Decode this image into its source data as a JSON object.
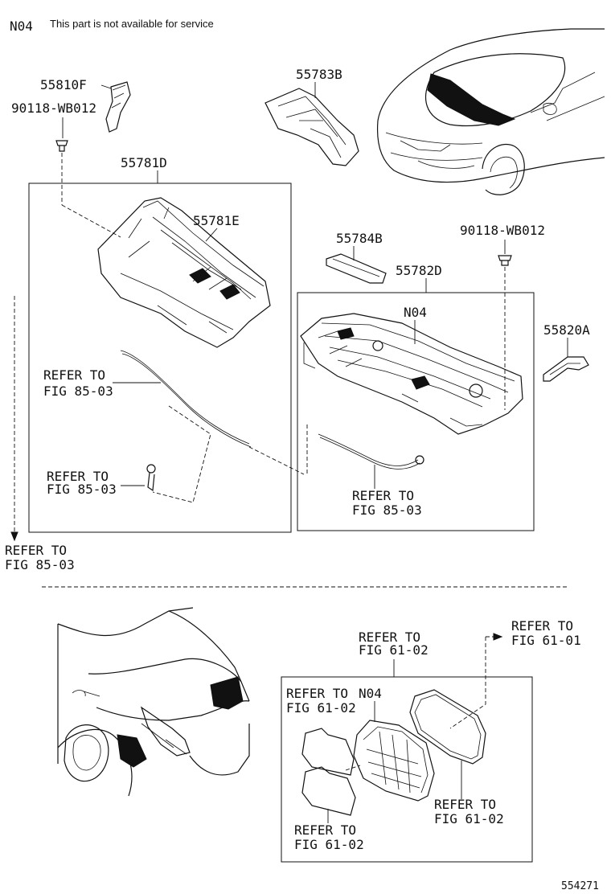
{
  "header": {
    "code": "N04",
    "note": "This part is not available for service"
  },
  "callouts": {
    "p55810F": "55810F",
    "p90118_left": "90118-WB012",
    "p55783B": "55783B",
    "p55781D": "55781D",
    "p55781E": "55781E",
    "p55784B": "55784B",
    "p90118_right": "90118-WB012",
    "p55782D": "55782D",
    "n04_top": "N04",
    "p55820A": "55820A",
    "n04_bottom": "N04"
  },
  "refs": {
    "refer_line1": "REFER TO",
    "fig_85_03": "FIG 85-03",
    "fig_61_02": "FIG 61-02",
    "fig_61_01": "FIG 61-01",
    "refer_fig_inline": "REFER TO"
  },
  "footer": {
    "diagram_number": "554271"
  }
}
